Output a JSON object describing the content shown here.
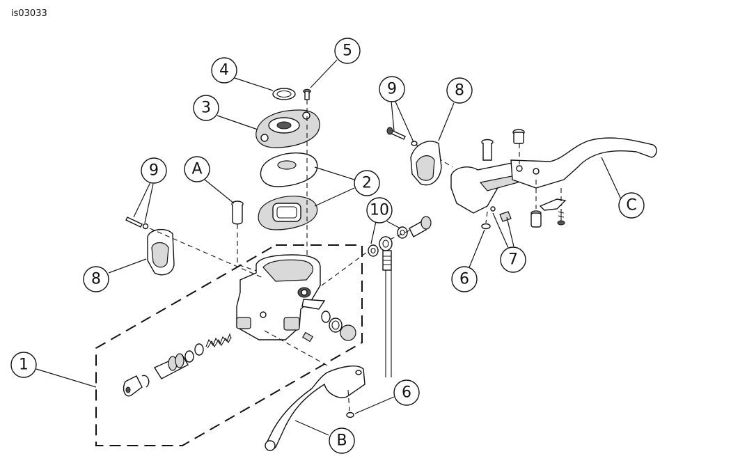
{
  "figure_id": "is03033",
  "callouts": {
    "c1": "1",
    "c2": "2",
    "c3": "3",
    "c4": "4",
    "c5": "5",
    "c6a": "6",
    "c6b": "6",
    "c7": "7",
    "c8a": "8",
    "c8b": "8",
    "c9a": "9",
    "c9b": "9",
    "c10": "10",
    "cA": "A",
    "cB": "B",
    "cC": "C"
  }
}
